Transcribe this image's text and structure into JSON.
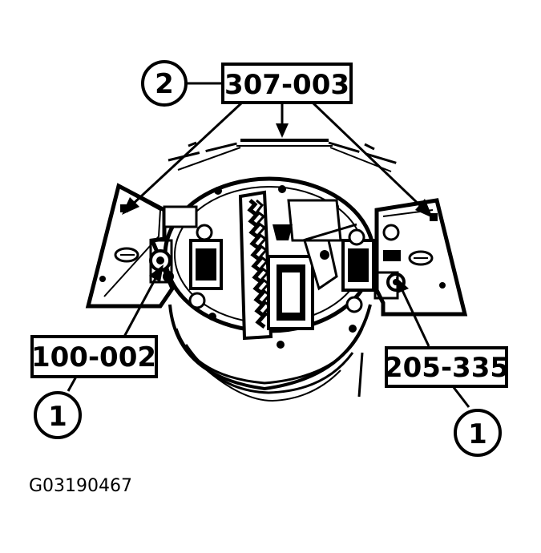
{
  "callouts": {
    "top_number": "2",
    "top_tool": "307-003",
    "left_tool": "100-002",
    "left_number": "1",
    "right_tool": "205-335",
    "right_number": "1"
  },
  "figure_id": "G03190467",
  "colors": {
    "ink": "#000000",
    "paper": "#ffffff"
  }
}
